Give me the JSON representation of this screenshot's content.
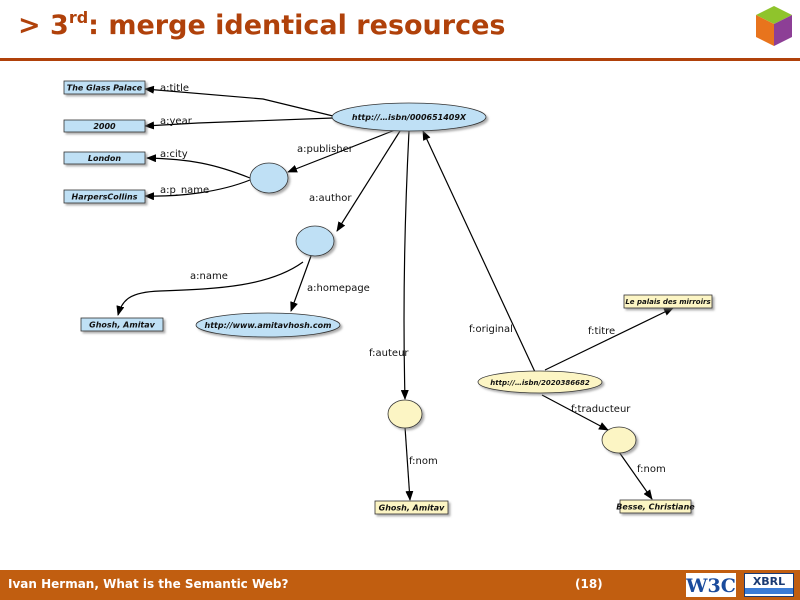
{
  "header": {
    "title_prefix": "> 3",
    "title_sup": "rd",
    "title_rest": ": merge identical resources",
    "accent_color": "#b0410a"
  },
  "footer": {
    "author_text": "Ivan Herman, What is the Semantic Web?",
    "page_number": "(18)",
    "w3c_logo_label": "W3C",
    "xbrl_logo_label": "XBRL",
    "bar_color": "#c15e10"
  },
  "diagram": {
    "nodes": {
      "isbn_en": "http://…isbn/000651409X",
      "isbn_fr": "http://…isbn/2020386682",
      "title_lit": "The Glass Palace",
      "year_lit": "2000",
      "city_lit": "London",
      "pname_lit": "HarpersCollins",
      "name_lit": "Ghosh, Amitav",
      "homepage_lit": "http://www.amitavhosh.com",
      "titre_lit": "Le palais des mirroirs",
      "nom_author_lit": "Ghosh, Amitav",
      "nom_traducteur_lit": "Besse, Christiane"
    },
    "edges": {
      "title": "a:title",
      "year": "a:year",
      "city": "a:city",
      "p_name": "a:p_name",
      "publisher": "a:publisher",
      "author": "a:author",
      "name": "a:name",
      "homepage": "a:homepage",
      "auteur": "f:auteur",
      "original": "f:original",
      "titre": "f:titre",
      "traducteur": "f:traducteur",
      "nom_author": "f:nom",
      "nom_traducteur": "f:nom"
    },
    "colors": {
      "english_fill": "#bfe0f5",
      "french_fill": "#fcf5c4"
    }
  }
}
